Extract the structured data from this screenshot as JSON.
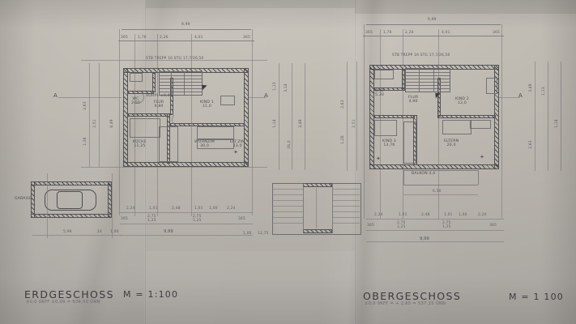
{
  "document": {
    "kind": "architectural-floor-plan-photo",
    "language": "de",
    "paper_color": "#bcb8b0",
    "ink_color": "#5d5c5e"
  },
  "ground_floor": {
    "title": "ERDGESCHOSS",
    "subtitle": "±0,0 0KFF ±0,00 = 534,50 ÜNN",
    "scale_label": "M = 1:100",
    "top_note": "STB TREPP  16 STG 17,7/26,50",
    "axis_marks": [
      "A",
      "A"
    ],
    "rooms": [
      {
        "name": "WC",
        "area": "2,50"
      },
      {
        "name": "VORPL ±0,00",
        "area": ""
      },
      {
        "name": "FLUR",
        "area": "9,80"
      },
      {
        "name": "KIND 1",
        "area": "11,0"
      },
      {
        "name": "KÜCHE",
        "area": "11,25"
      },
      {
        "name": "WOHNZIM",
        "area": "30,0"
      },
      {
        "name": "ELT.ZIM",
        "area": "13,0"
      },
      {
        "name": "GARAGE",
        "area": ""
      }
    ],
    "dims_top_overall": "9,99",
    "dims_top": [
      "365",
      "1,76",
      "2,26",
      "4,01",
      "365"
    ],
    "dims_bottom_row1": [
      "2,24",
      "1,01",
      "2,48",
      "1,01",
      "1,00",
      "2,24"
    ],
    "dims_bottom_row2": [
      "365",
      "2,75",
      "1,25",
      "2,75",
      "1,25",
      "365"
    ],
    "dims_bottom_overall": "9,99",
    "dims_garage_bottom": [
      "5,98",
      "24",
      "1,00"
    ],
    "dims_left": [
      "2,63",
      "1,26",
      "2,51",
      "8,49"
    ],
    "dims_right": [
      "1,13",
      "3,14",
      "1,14",
      "26,0",
      "3,49"
    ],
    "dims_extra_right": [
      "1,00",
      "12,75"
    ]
  },
  "upper_floor": {
    "title": "OBERGESCHOSS",
    "subtitle": "±0,0 0KFF = + 2,65 = 537,15 ÜNN",
    "scale_label": "M = 1 100",
    "top_note": "STB TREPP  16 STG 17,7/26,50",
    "axis_marks": [
      "A"
    ],
    "rooms": [
      {
        "name": "BAD",
        "area": "5,30"
      },
      {
        "name": "FLUR",
        "area": "4,90"
      },
      {
        "name": "KIND 2",
        "area": "12,0"
      },
      {
        "name": "KIND 3",
        "area": "13,76"
      },
      {
        "name": "ELTERN",
        "area": "20,0"
      },
      {
        "name": "BALKON",
        "area": "4,0"
      }
    ],
    "balcony_width": "6,50",
    "dims_top_overall": "9,99",
    "dims_top": [
      "365",
      "1,76",
      "2,26",
      "4,01",
      "365"
    ],
    "dims_bottom_row1": [
      "2,24",
      "1,01",
      "2,48",
      "1,01",
      "1,00",
      "2,24"
    ],
    "dims_bottom_row2": [
      "365",
      "2,75",
      "1,25",
      "2,75",
      "1,25",
      "365"
    ],
    "dims_bottom_overall": "9,99",
    "dims_left": [
      "2,63",
      "1,26",
      "2,51"
    ],
    "dims_right": [
      "3,49",
      "1,13",
      "1,14",
      "2,63"
    ]
  },
  "stair_detail": {
    "label": ""
  }
}
